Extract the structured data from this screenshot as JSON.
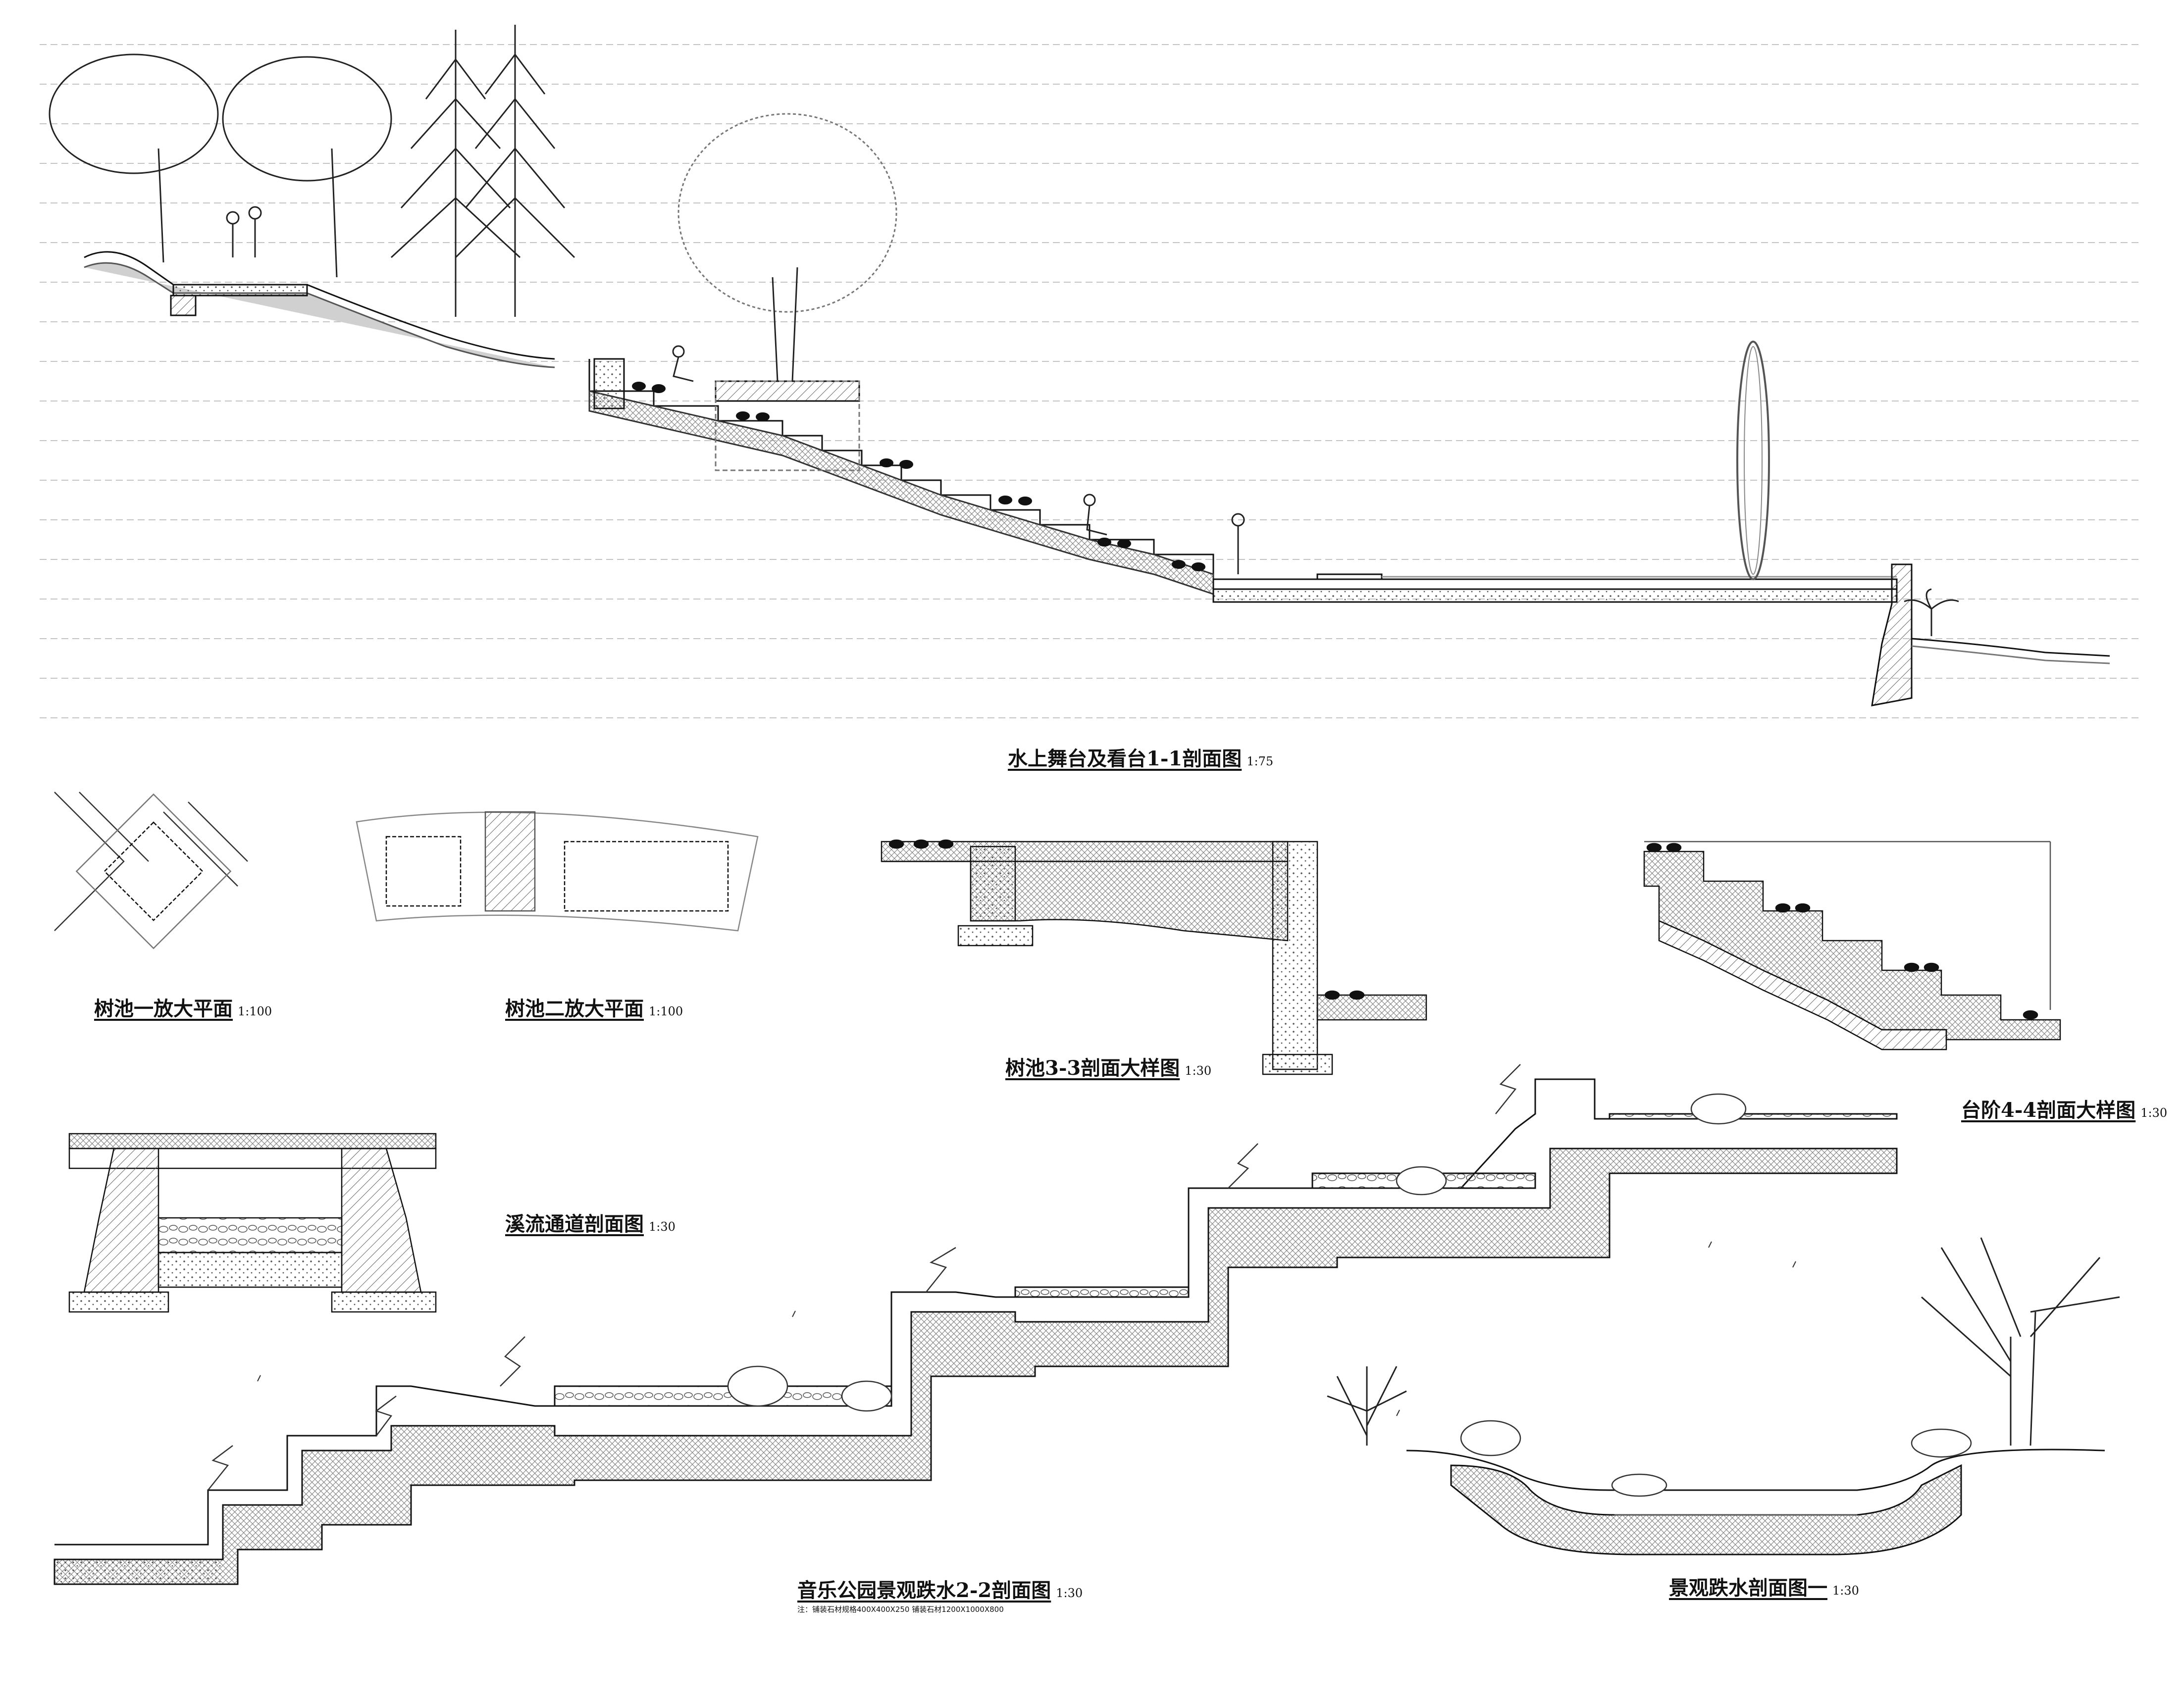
{
  "titles": {
    "section_1_1": {
      "name": "水上舞台及看台1-1剖面图",
      "scale": "1:75"
    },
    "tree_pool_1_plan": {
      "name": "树池一放大平面",
      "scale": "1:100"
    },
    "tree_pool_2_plan": {
      "name": "树池二放大平面",
      "scale": "1:100"
    },
    "tree_pool_3_3": {
      "name": "树池3-3剖面大样图",
      "scale": "1:30"
    },
    "steps_4_4": {
      "name": "台阶4-4剖面大样图",
      "scale": "1:30"
    },
    "stream_passage": {
      "name": "溪流通道剖面图",
      "scale": "1:30"
    },
    "cascade_2_2": {
      "name": "音乐公园景观跌水2-2剖面图",
      "scale": "1:30"
    },
    "cascade_section_1": {
      "name": "景观跌水剖面图一",
      "scale": "1:30"
    }
  },
  "notes": {
    "cascade_note": "注：铺装石材规格400X400X250 铺装石材1200X1000X800"
  },
  "colors": {
    "ink": "#111111",
    "hatch": "#777777",
    "guide": "#bdbdbd",
    "fill": "#d9d9d9"
  }
}
